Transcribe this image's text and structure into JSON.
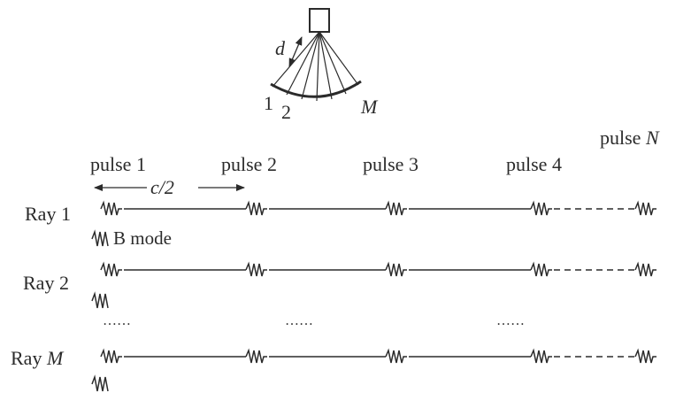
{
  "transducer": {
    "spacing_label": "d",
    "element_first": "1",
    "element_second": "2",
    "element_last": "M"
  },
  "pulses": {
    "label_1": "pulse 1",
    "label_2": "pulse 2",
    "label_3": "pulse 3",
    "label_4": "pulse 4",
    "label_n_prefix": "pulse ",
    "label_n_var": "N",
    "interval_label": "c/2"
  },
  "rays": {
    "ray_1": "Ray 1",
    "ray_2": "Ray 2",
    "ray_m_prefix": "Ray ",
    "ray_m_var": "M"
  },
  "mode_label": "B mode",
  "ellipsis": "……",
  "colors": {
    "ink": "#2b2b2b",
    "background": "#ffffff"
  }
}
